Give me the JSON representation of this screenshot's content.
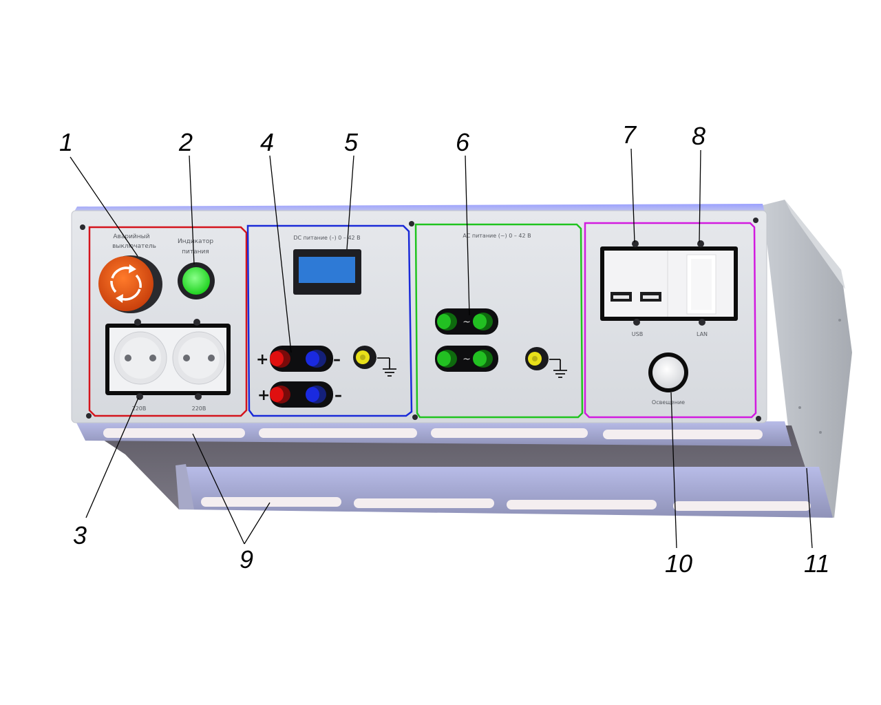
{
  "sections": {
    "emergency_label_1": "Аварийный",
    "emergency_label_2": "выключатель",
    "indicator_label_1": "Индикатор",
    "indicator_label_2": "питания",
    "dc_title": "DC питание (–) 0 – 42 В",
    "ac_title": "AC питание (~) 0 – 42 В",
    "socket_left_label": "220В",
    "socket_right_label": "220В",
    "usb_label": "USB",
    "lan_label": "LAN",
    "light_label": "Освещение",
    "plus": "+",
    "minus": "–"
  },
  "callouts": [
    "1",
    "2",
    "3",
    "4",
    "5",
    "6",
    "7",
    "8",
    "9",
    "10",
    "11"
  ],
  "colors": {
    "emergency_frame": "#d4141c",
    "dc_frame": "#1a2ad8",
    "ac_frame": "#1fc41f",
    "comm_frame": "#d21adf",
    "panel": "#dfe2e6",
    "indicator_green": "#3df23d",
    "lcd_blue": "#2e7ad6",
    "terminal_red": "#e01010",
    "terminal_blue": "#1a2ae0",
    "terminal_green": "#22c022",
    "terminal_yellow": "#e8e01a"
  }
}
